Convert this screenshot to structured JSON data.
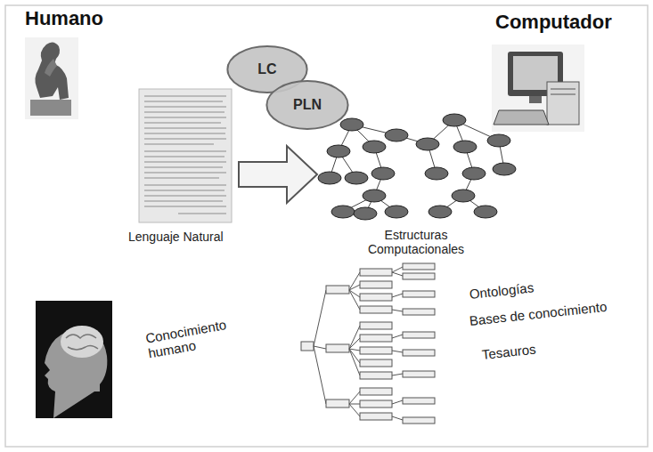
{
  "diagram": {
    "nodes": [
      {
        "text": [
          "LC"
        ]
      },
      {
        "text": [
          "PLN"
        ]
      }
    ],
    "labels": [
      "Humano",
      "Computador",
      "Lenguaje Natural",
      "Estructuras Computacionales",
      "Conocimiento humano",
      "Ontologías",
      "Bases de conocimiento",
      "Tesauros"
    ]
  }
}
